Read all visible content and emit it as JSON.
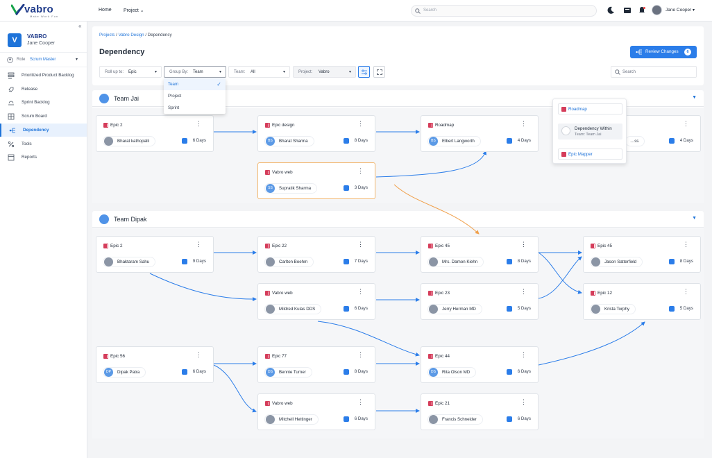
{
  "topbar": {
    "logo_text": "vabro",
    "logo_tagline": "Make Work Fun",
    "nav_home": "Home",
    "nav_project": "Project",
    "search_placeholder": "Search",
    "user_name": "Jane Cooper"
  },
  "sidebar": {
    "project_initial": "V",
    "project_name": "VABRO",
    "user_name": "Jane Cooper",
    "role_label": "Role",
    "role_value": "Scrum Master",
    "items": [
      {
        "label": "Prioritized Product Backlog",
        "icon": "backlog-icon"
      },
      {
        "label": "Release",
        "icon": "rocket-icon"
      },
      {
        "label": "Sprint Backlog",
        "icon": "sprint-icon"
      },
      {
        "label": "Scrum Board",
        "icon": "board-icon"
      },
      {
        "label": "Dependency",
        "icon": "dependency-icon",
        "active": true
      },
      {
        "label": "Tools",
        "icon": "tools-icon"
      },
      {
        "label": "Reports",
        "icon": "reports-icon"
      }
    ]
  },
  "header": {
    "breadcrumb_projects": "Projects",
    "breadcrumb_design": "Vabro Design",
    "breadcrumb_current": "Dependency",
    "breadcrumb_sep": "/",
    "title": "Dependency",
    "review_label": "Review Changes",
    "review_count": "6",
    "search_placeholder": "Search"
  },
  "filters": {
    "rollup_key": "Roll up to:",
    "rollup_value": "Epic",
    "group_key": "Group By:",
    "group_value": "Team",
    "team_key": "Team:",
    "team_value": "All",
    "project_key": "Project:",
    "project_value": "Vabro"
  },
  "group_dropdown": {
    "options": [
      "Team",
      "Project",
      "Sprint"
    ],
    "selected": "Team"
  },
  "popover": {
    "top_item": "Roadmap",
    "mid_title": "Dependency Within",
    "mid_sub": "Team: Team Jai",
    "bottom_item": "Epic Mapper"
  },
  "teams": [
    {
      "name": "Team Jai"
    },
    {
      "name": "Team Dipak"
    }
  ],
  "cards": [
    {
      "title": "Epic 2",
      "person": "Bharat kathopalli",
      "initials": "",
      "days": "6 Days"
    },
    {
      "title": "Epic design",
      "person": "Bharat Sharma",
      "initials": "BS",
      "days": "8 Days"
    },
    {
      "title": "Roadmap",
      "person": "Elbert Langworth",
      "initials": "BS",
      "days": "4 Days"
    },
    {
      "title": "",
      "person": "…ss",
      "initials": "",
      "days": "4 Days"
    },
    {
      "title": "Vabro web",
      "person": "Supratik Sharma",
      "initials": "SS",
      "days": "3 Days"
    },
    {
      "title": "Epic 2",
      "person": "Bhaktaram Sahu",
      "initials": "",
      "days": "9 Days"
    },
    {
      "title": "Epic 22",
      "person": "Carlton Boehm",
      "initials": "",
      "days": "7 Days"
    },
    {
      "title": "Epic 45",
      "person": "Mrs. Damon Kiehn",
      "initials": "",
      "days": "8 Days"
    },
    {
      "title": "Epic 45",
      "person": "Jason Satterfield",
      "initials": "",
      "days": "8 Days"
    },
    {
      "title": "Vabro web",
      "person": "Mildred Kulas DDS",
      "initials": "",
      "days": "6 Days"
    },
    {
      "title": "Epic 23",
      "person": "Jerry Herman MD",
      "initials": "",
      "days": "5 Days"
    },
    {
      "title": "Epic 12",
      "person": "Krista Torphy",
      "initials": "",
      "days": "5 Days"
    },
    {
      "title": "Epic 56",
      "person": "Dipak Patra",
      "initials": "DP",
      "days": "6 Days"
    },
    {
      "title": "Epic 77",
      "person": "Bennie Turner",
      "initials": "DS",
      "days": "8 Days"
    },
    {
      "title": "Epic 44",
      "person": "Rita Olson MD",
      "initials": "DS",
      "days": "6 Days"
    },
    {
      "title": "Vabro web",
      "person": "Mitchell Hettinger",
      "initials": "",
      "days": "6 Days"
    },
    {
      "title": "Epic 21",
      "person": "Francis Schneider",
      "initials": "",
      "days": "6 Days"
    }
  ],
  "colors": {
    "accent": "#2b7de9",
    "epic_tag": "#d53d5b",
    "highlight_border": "#f2b56b",
    "connector_blue": "#2b7de9",
    "connector_orange": "#f0a04b"
  }
}
